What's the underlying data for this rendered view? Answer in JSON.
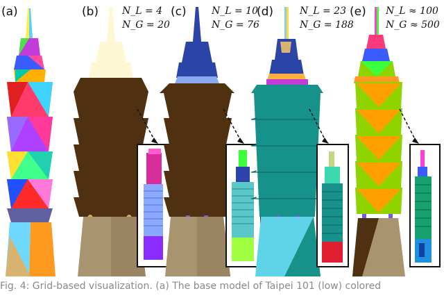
{
  "panels": [
    {
      "label": "(a)",
      "nl": "",
      "ng": ""
    },
    {
      "label": "(b)",
      "nl": "N_L = 4",
      "ng": "N_G = 20"
    },
    {
      "label": "(c)",
      "nl": "N_L = 10",
      "ng": "N_G = 76"
    },
    {
      "label": "(d)",
      "nl": "N_L = 23",
      "ng": "N_G = 188"
    },
    {
      "label": "(e)",
      "nl": "N_L ≈ 100",
      "ng": "N_G ≈ 500"
    }
  ],
  "caption": "Fig. 4: Grid-based visualization. (a) The base model of Taipei 101 (low) colored",
  "colors": {
    "b_spire": "#fdf8d3",
    "b_body": "#4f3010",
    "b_base": "#a99470",
    "c_spire": "#2a44a8",
    "c_body": "#4f3010",
    "d_body": "#17928a",
    "d_base": "#5fd4e8",
    "e_body": "#8fd400",
    "e_orange": "#ffa000"
  }
}
